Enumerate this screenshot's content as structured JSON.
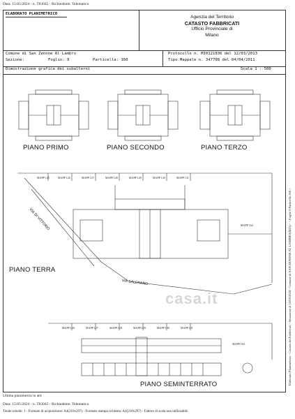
{
  "top_stamp": "Data: 15/05/2024 - n. T83045 - Richiedente: Telematico",
  "header": {
    "elaborato": "ELABORATO PLANIMETRICO",
    "agency_line1": "Agenzia del Territorio",
    "agency_line2": "CATASTO FABBRICATI",
    "agency_line3": "Ufficio Provinciale di",
    "agency_line4": "Milano"
  },
  "info": {
    "comune": "Comune di San Zenone Al Lambro",
    "sezione": "Sezione:",
    "foglio": "Foglio: 9",
    "particella": "Particella: 160",
    "protocollo": "Protocollo n. MI0121836 del 12/03/2013",
    "tipo_mappale": "Tipo Mappale n. 347708 del 04/04/2011",
    "dimostrazione": "Dimostrazione grafica dei subalterni",
    "scala": "Scala 1 : 500"
  },
  "plans": {
    "primo": "PIANO PRIMO",
    "secondo": "PIANO SECONDO",
    "terzo": "PIANO TERZO",
    "terra": "PIANO TERRA",
    "seminterrato": "PIANO SEMINTERRATO"
  },
  "streets": {
    "vittorio": "VIA DI VITTORIO",
    "saldrano": "VIA SALDRANO"
  },
  "mapp_terra": [
    "MAPP 125",
    "MAPP 126",
    "MAPP 127",
    "MAPP 128",
    "MAPP 129",
    "MAPP 130",
    "MAPP 131"
  ],
  "mapp_semi": [
    "MAPP 126",
    "MAPP 127",
    "MAPP 128",
    "MAPP 129",
    "MAPP 130",
    "MAPP 131"
  ],
  "mapp_side_terra": "MAPP 164",
  "mapp_side_semi": "MAPP 164",
  "watermark": "casa.it",
  "footer": {
    "ultima": "Ultima planimetria in atti",
    "stamp": "Data: 15/05/2024 - n. T83045 - Richiedente: Telematico",
    "schede": "Totale schede: 1 - Formato di acquisizione: A4(210x297) - Formato stampa richiesto: A4(210x297) - Fattore di scala non utilizzabile"
  },
  "side_text": "Elaborato Planimetrico - Catasto dei Fabbricati - Situazione al 15/05/2024 - Comune di SAN ZENONE AL LAMBRO(I415) - < Foglio 9 Particella 160 >"
}
